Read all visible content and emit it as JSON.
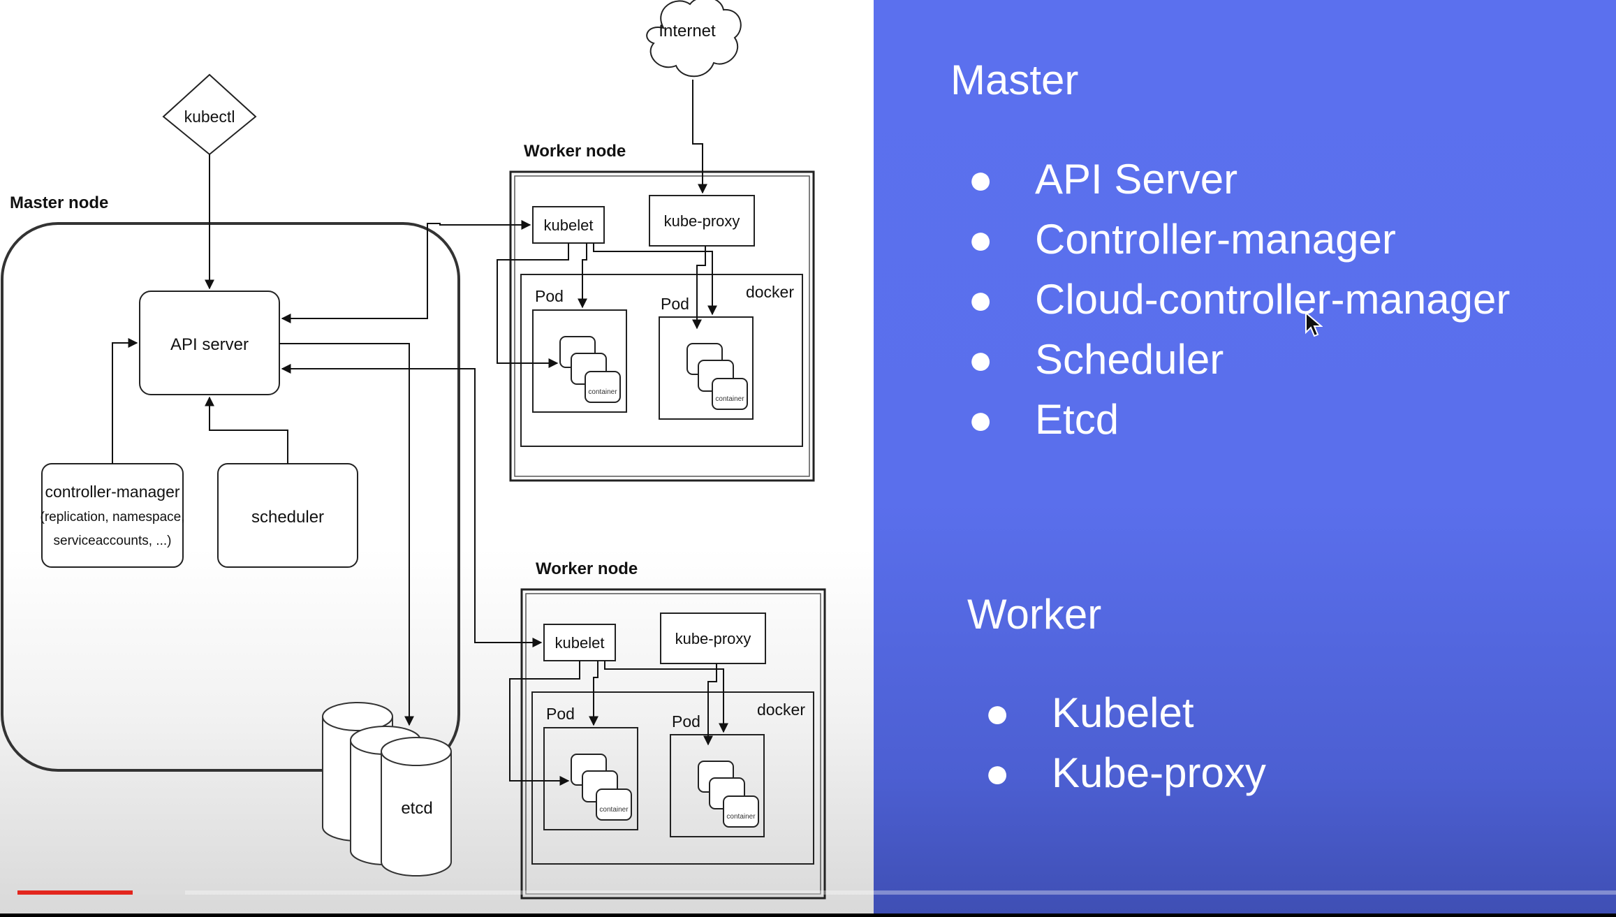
{
  "diagram": {
    "internet_label": "Internet",
    "kubectl_label": "kubectl",
    "master_node_label": "Master node",
    "api_server_label": "API server",
    "controller_manager": {
      "title": "controller-manager",
      "line2": "(replication, namespace,",
      "line3": "serviceaccounts, ...)"
    },
    "scheduler_label": "scheduler",
    "etcd_label": "etcd",
    "worker_nodes": [
      {
        "title": "Worker node",
        "kubelet": "kubelet",
        "kube_proxy": "kube-proxy",
        "docker": "docker",
        "pod1": "Pod",
        "pod2": "Pod"
      },
      {
        "title": "Worker node",
        "kubelet": "kubelet",
        "kube_proxy": "kube-proxy",
        "docker": "docker",
        "pod1": "Pod",
        "pod2": "Pod"
      }
    ],
    "container_label": "container"
  },
  "slide": {
    "master_heading": "Master",
    "master_items": [
      "API Server",
      "Controller-manager",
      "Cloud-controller-manager",
      "Scheduler",
      "Etcd"
    ],
    "worker_heading": "Worker",
    "worker_items": [
      "Kubelet",
      "Kube-proxy"
    ],
    "bullet_char": "●"
  },
  "player": {
    "played_color": "#e3261e"
  }
}
